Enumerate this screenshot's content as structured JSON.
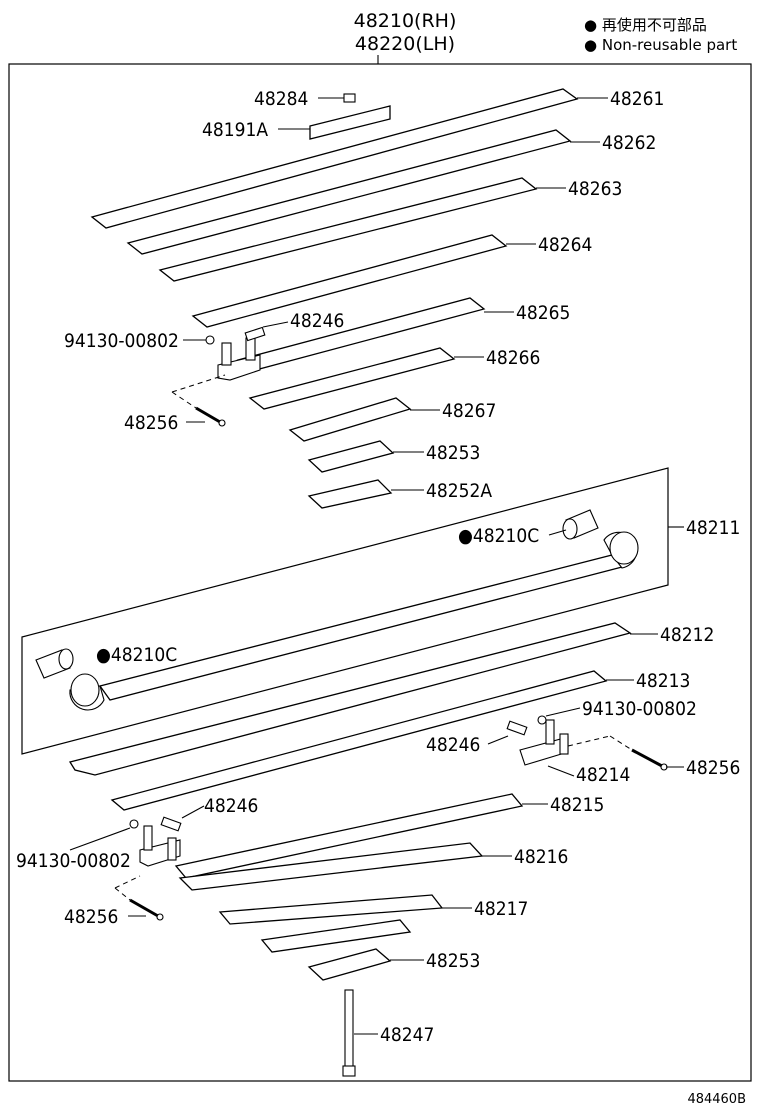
{
  "header": {
    "assembly_rh": "48210(RH)",
    "assembly_lh": "48220(LH)"
  },
  "legend": {
    "line1": "● 再使用不可部品",
    "line2": "● Non-reusable part"
  },
  "labels": {
    "p48284": "48284",
    "p48191A": "48191A",
    "p48261": "48261",
    "p48262": "48262",
    "p48263": "48263",
    "p48264": "48264",
    "p48265": "48265",
    "p48246_top": "48246",
    "p94130_top": "94130-00802",
    "p48266": "48266",
    "p48256_top": "48256",
    "p48267": "48267",
    "p48253_top": "48253",
    "p48252A": "48252A",
    "p48211": "48211",
    "p48210C_right": "●48210C",
    "p48210C_left": "●48210C",
    "p48212": "48212",
    "p48213": "48213",
    "p94130_mid": "94130-00802",
    "p48246_mid": "48246",
    "p48256_right": "48256",
    "p48214": "48214",
    "p48246_low": "48246",
    "p48215": "48215",
    "p94130_low": "94130-00802",
    "p48216": "48216",
    "p48256_low": "48256",
    "p48217": "48217",
    "p48253_bottom": "48253",
    "p48247": "48247"
  },
  "footer": {
    "diagram_code": "484460B"
  }
}
